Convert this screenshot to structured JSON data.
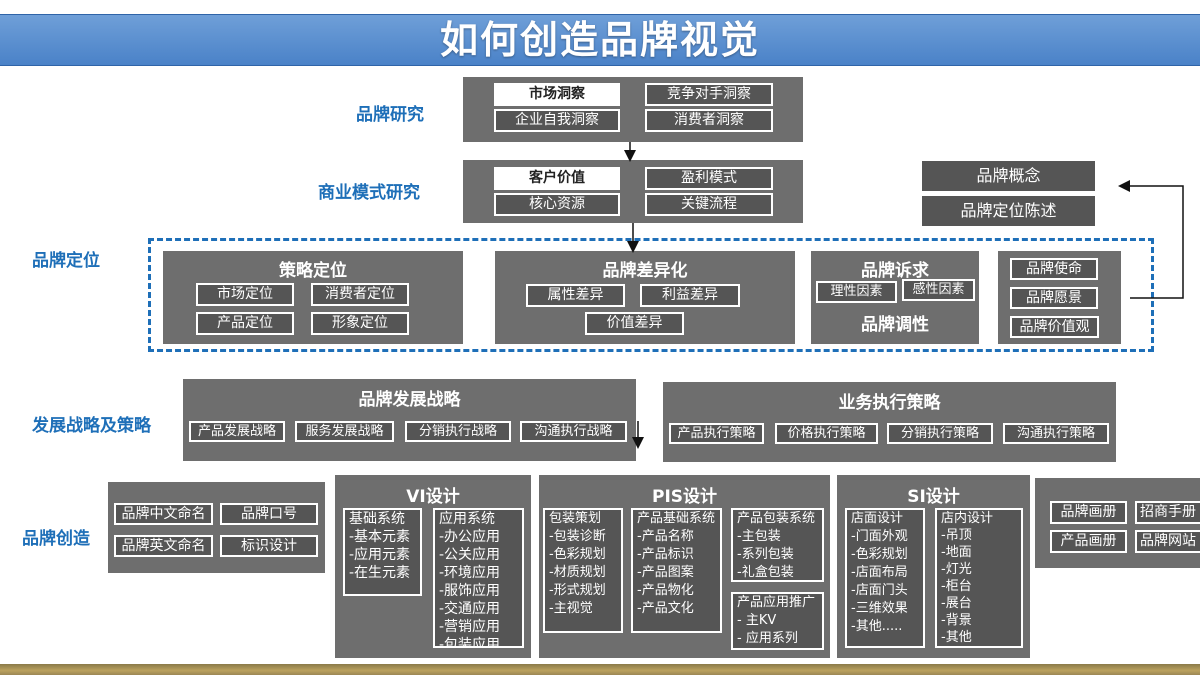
{
  "title": "如何创造品牌视觉",
  "labels": {
    "brand_research": "品牌研究",
    "business_model": "商业模式研究",
    "brand_positioning": "品牌定位",
    "strategy": "发展战略及策略",
    "brand_creation": "品牌创造"
  },
  "research": {
    "market_insight": "市场洞察",
    "competitor_insight": "竞争对手洞察",
    "self_insight": "企业自我洞察",
    "consumer_insight": "消费者洞察"
  },
  "business": {
    "customer_value": "客户价值",
    "profit_model": "盈利模式",
    "core_resources": "核心资源",
    "key_process": "关键流程"
  },
  "concept": {
    "brand_concept": "品牌概念",
    "positioning_statement": "品牌定位陈述"
  },
  "positioning": {
    "strategy_title": "策略定位",
    "market_pos": "市场定位",
    "consumer_pos": "消费者定位",
    "product_pos": "产品定位",
    "image_pos": "形象定位",
    "diff_title": "品牌差异化",
    "attr_diff": "属性差异",
    "benefit_diff": "利益差异",
    "value_diff": "价值差异",
    "appeal_title": "品牌诉求",
    "rational": "理性因素",
    "emotional": "感性因素",
    "tone_title": "品牌调性",
    "mission": "品牌使命",
    "vision": "品牌愿景",
    "values": "品牌价值观"
  },
  "dev_strategy": {
    "title": "品牌发展战略",
    "items": [
      "产品发展战略",
      "服务发展战略",
      "分销执行战略",
      "沟通执行战略"
    ]
  },
  "biz_strategy": {
    "title": "业务执行策略",
    "items": [
      "产品执行策略",
      "价格执行策略",
      "分销执行策略",
      "沟通执行策略"
    ]
  },
  "naming": {
    "cn_name": "品牌中文命名",
    "slogan": "品牌口号",
    "en_name": "品牌英文命名",
    "logo_design": "标识设计"
  },
  "vi": {
    "title": "VI设计",
    "basic": [
      "基础系统",
      "-基本元素",
      "-应用元素",
      "-在生元素"
    ],
    "apply": [
      "应用系统",
      "-办公应用",
      "-公关应用",
      "-环境应用",
      "-服饰应用",
      "-交通应用",
      "-营销应用",
      "-包装应用"
    ]
  },
  "pis": {
    "title": "PIS设计",
    "packaging_strategy": [
      "包装策划",
      "-包装诊断",
      "-色彩规划",
      "-材质规划",
      "-形式规划",
      "-主视觉"
    ],
    "product_basic": [
      "产品基础系统",
      "-产品名称",
      "-产品标识",
      "-产品图案",
      "-产品物化",
      "-产品文化"
    ],
    "product_pack": [
      "产品包装系统",
      "-主包装",
      "-系列包装",
      "-礼盒包装"
    ],
    "product_promo": [
      "产品应用推广",
      "-   主KV",
      "-   应用系列"
    ]
  },
  "si": {
    "title": "SI设计",
    "store": [
      "店面设计",
      "-门面外观",
      "-色彩规划",
      "-店面布局",
      "-店面门头",
      "-三维效果",
      "-其他....."
    ],
    "interior": [
      "店内设计",
      "-吊顶",
      "-地面",
      "-灯光",
      "-柜台",
      "-展台",
      "-背景",
      "-其他"
    ]
  },
  "collateral": {
    "album": "品牌画册",
    "invest": "招商手册",
    "product_album": "产品画册",
    "website": "品牌网站"
  }
}
